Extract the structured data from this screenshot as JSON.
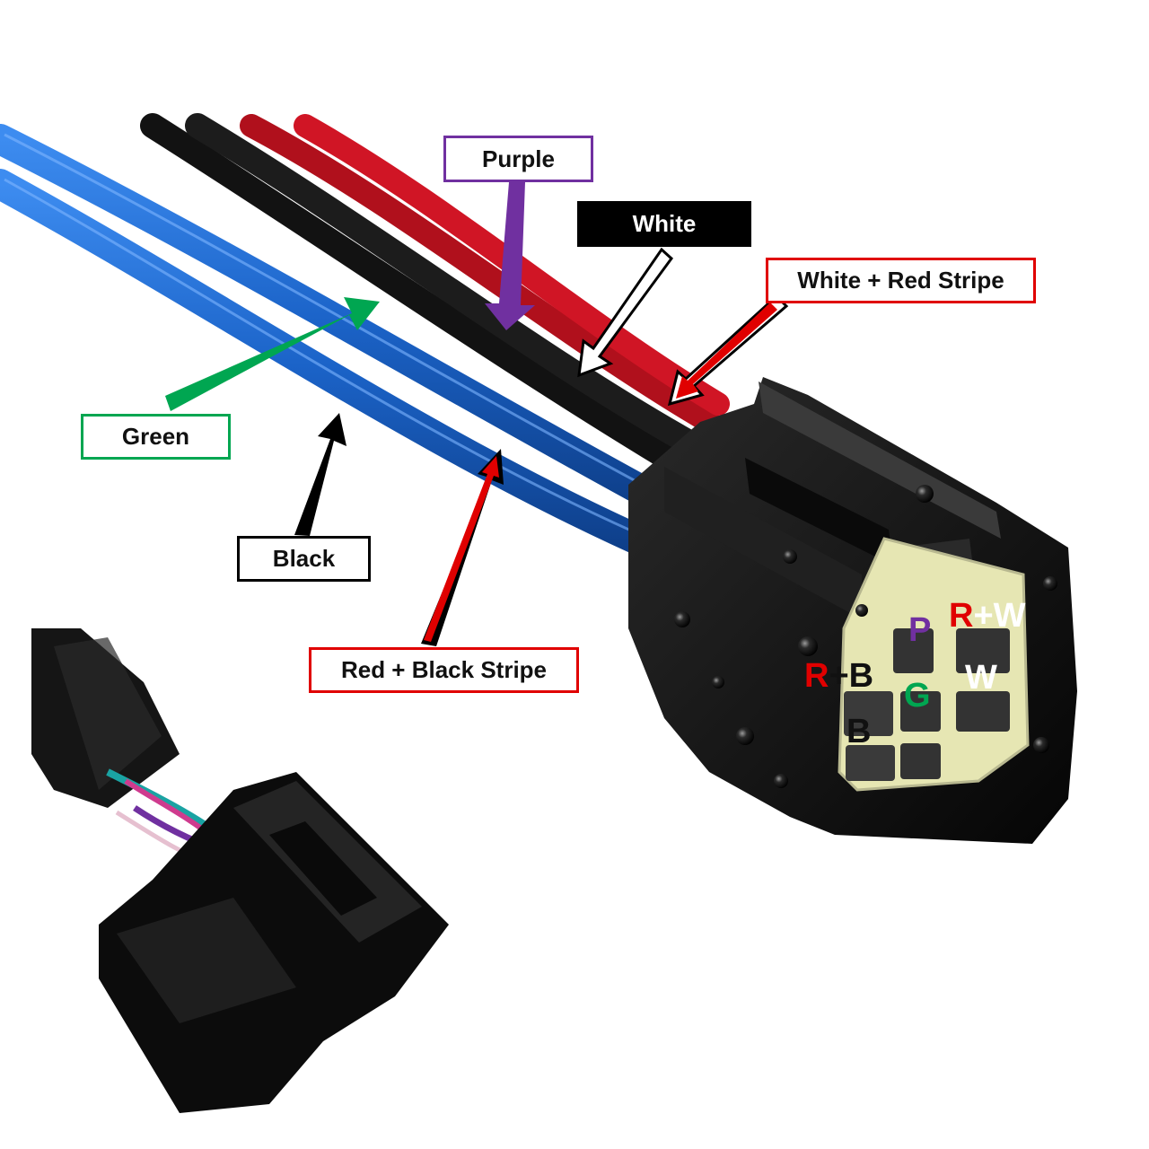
{
  "colors": {
    "purple": "#7030a0",
    "white_box": "#000000",
    "red": "#e00000",
    "green": "#00a651",
    "black": "#000000",
    "wire_blue": "#1f6fd6",
    "wire_red": "#d01020",
    "connector_insert": "#e6e6b3"
  },
  "callouts": {
    "purple": "Purple",
    "white": "White",
    "white_red_stripe": "White + Red Stripe",
    "green": "Green",
    "black": "Black",
    "red_black_stripe": "Red + Black Stripe"
  },
  "pins": {
    "p": {
      "letter": "P"
    },
    "rw": {
      "first": "R",
      "rest": "+W"
    },
    "rb": {
      "first": "R",
      "rest": "+B"
    },
    "w": {
      "letter": "W"
    },
    "g": {
      "letter": "G"
    },
    "b": {
      "letter": "B"
    }
  }
}
